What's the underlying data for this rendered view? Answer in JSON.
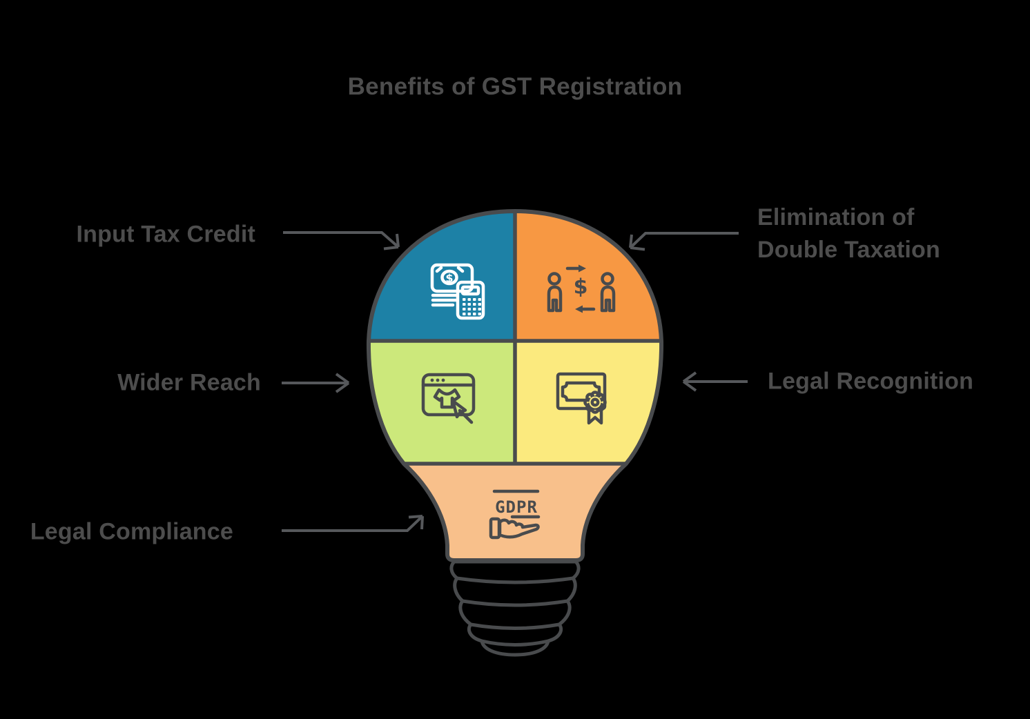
{
  "title": "Benefits of GST Registration",
  "labels": {
    "input_tax_credit": "Input Tax Credit",
    "elimination_of_double_taxation": {
      "line1": "Elimination of",
      "line2": "Double Taxation"
    },
    "wider_reach": "Wider Reach",
    "legal_recognition": "Legal Recognition",
    "legal_compliance": "Legal Compliance"
  },
  "bulb": {
    "gdpr_label": "GDPR",
    "dollar_symbol": "$",
    "quadrant_icons": [
      "money-calculator-icon",
      "people-currency-exchange-icon",
      "online-shop-cursor-icon",
      "certificate-icon",
      "gdpr-hand-icon"
    ]
  },
  "palette": {
    "background": "#000000",
    "text": "#4d4d4d",
    "arrow": "#56585b",
    "outline": "#494b4d",
    "icon_dark": "#494b4d",
    "icon_light": "#ffffff",
    "quadrant_blue": "#1d81a6",
    "quadrant_orange": "#f79843",
    "quadrant_green": "#cce87b",
    "quadrant_yellow": "#fbea7e",
    "neck_peach": "#f8c08b",
    "base_gray": "#d8d8d8"
  }
}
